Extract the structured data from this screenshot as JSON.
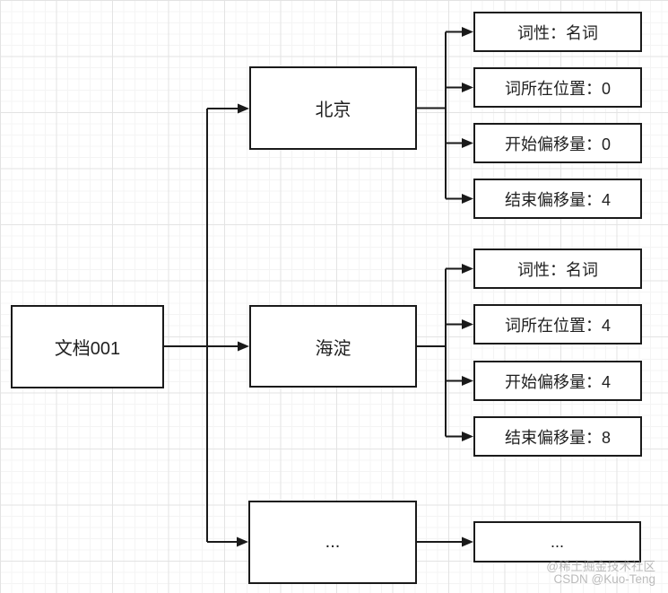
{
  "diagram": {
    "document": {
      "label": "文档001"
    },
    "terms": [
      {
        "label": "北京",
        "attributes": [
          "词性：名词",
          "词所在位置：0",
          "开始偏移量：0",
          "结束偏移量：4"
        ]
      },
      {
        "label": "海淀",
        "attributes": [
          "词性：名词",
          "词所在位置：4",
          "开始偏移量：4",
          "结束偏移量：8"
        ]
      },
      {
        "label": "...",
        "attributes": [
          "..."
        ]
      }
    ]
  },
  "watermark": {
    "line1": "@稀土掘金技术社区",
    "line2": "CSDN @Kuo-Teng"
  },
  "colors": {
    "line": "#1a1a1a",
    "box_fill": "#ffffff",
    "grid_minor": "#f4f4f4",
    "grid_major": "#e3e3e3",
    "watermark": "#9a9a9a"
  }
}
